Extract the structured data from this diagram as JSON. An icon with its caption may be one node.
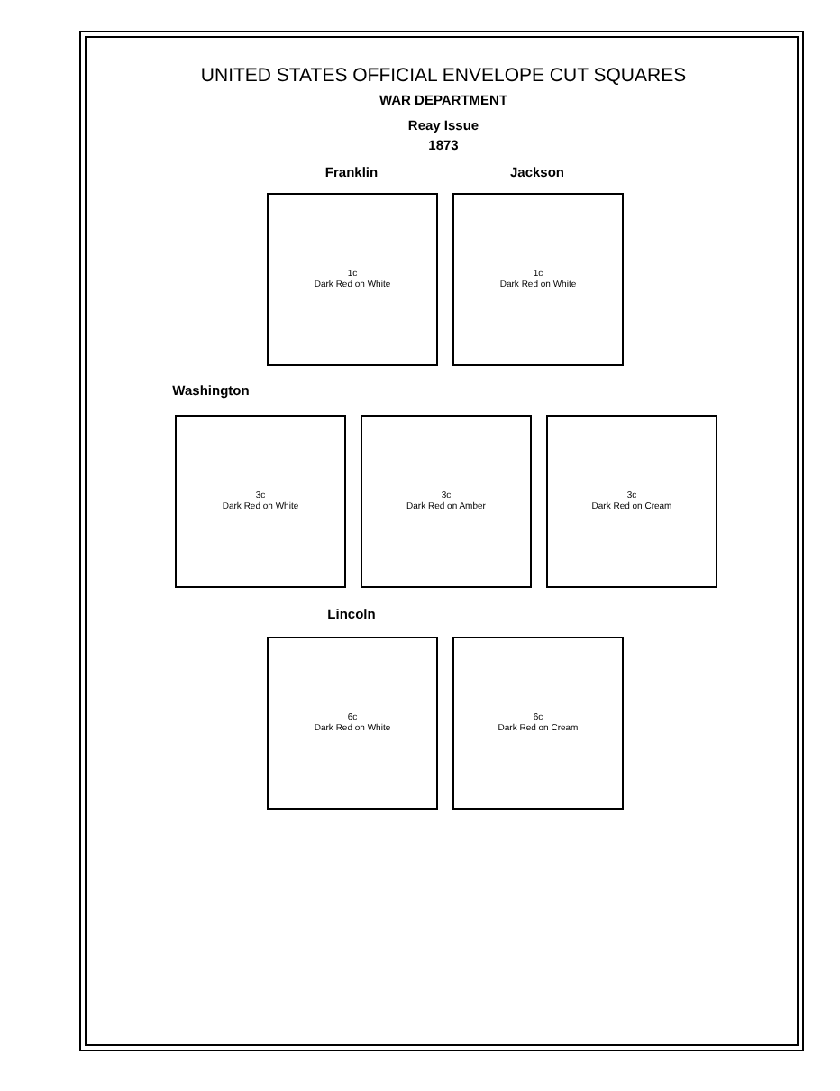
{
  "diagram": {
    "title": "UNITED STATES OFFICIAL ENVELOPE CUT SQUARES",
    "nodes": [
      {
        "text": [
          "1c",
          "Dark Red on White"
        ]
      },
      {
        "text": [
          "1c",
          "Dark Red on White"
        ]
      },
      {
        "text": [
          "3c",
          "Dark Red on White"
        ]
      },
      {
        "text": [
          "3c",
          "Dark Red on Amber"
        ]
      },
      {
        "text": [
          "3c",
          "Dark Red on Cream"
        ]
      },
      {
        "text": [
          "6c",
          "Dark Red on White"
        ]
      },
      {
        "text": [
          "6c",
          "Dark Red on Cream"
        ]
      }
    ],
    "labels": [
      "WAR DEPARTMENT",
      "Reay Issue",
      "1873",
      "Franklin",
      "Jackson",
      "Washington",
      "Lincoln"
    ]
  }
}
